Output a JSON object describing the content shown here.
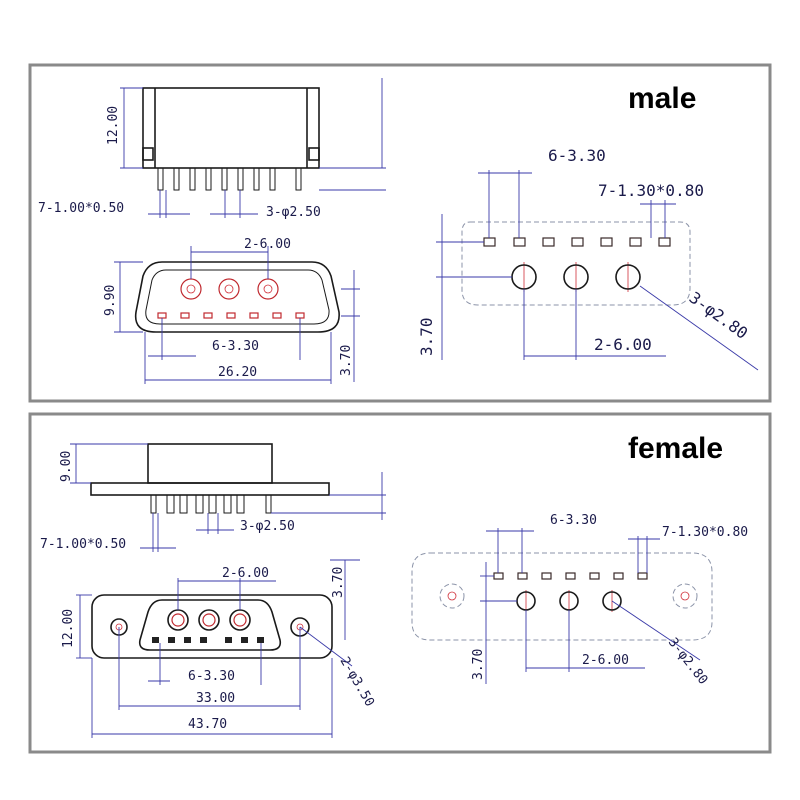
{
  "male": {
    "heading": "male",
    "side": {
      "height": "12.00",
      "pin": "7-1.00*0.50",
      "hole": "3-φ2.50"
    },
    "front": {
      "spacing_large": "2-6.00",
      "height": "9.90",
      "pitch": "6-3.30",
      "offset": "3.70",
      "width": "26.20"
    },
    "pcb": {
      "pitch": "6-3.30",
      "slot": "7-1.30*0.80",
      "offset": "3.70",
      "spacing": "2-6.00",
      "hole": "3-φ2.80"
    }
  },
  "female": {
    "heading": "female",
    "side": {
      "height": "9.00",
      "pin": "7-1.00*0.50",
      "hole": "3-φ2.50"
    },
    "front": {
      "spacing_large": "2-6.00",
      "height": "12.00",
      "offset": "3.70",
      "pitch": "6-3.30",
      "mount_spacing": "33.00",
      "width": "43.70",
      "mount_hole": "2-φ3.50"
    },
    "pcb": {
      "pitch": "6-3.30",
      "slot": "7-1.30*0.80",
      "offset": "3.70",
      "spacing": "2-6.00",
      "hole": "3-φ2.80"
    }
  }
}
